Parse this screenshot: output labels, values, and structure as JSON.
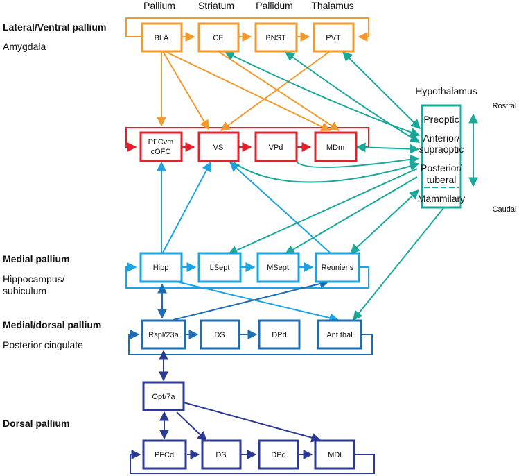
{
  "colors": {
    "amygdala": "#f29a2e",
    "vs_loop": "#e5202a",
    "hippocampus": "#1ba3e3",
    "cingulate": "#1b6db5",
    "dorsal": "#2b3a95",
    "hypothalamus": "#1aa898"
  },
  "columns": [
    "Pallium",
    "Striatum",
    "Pallidum",
    "Thalamus"
  ],
  "sections": {
    "lateral_title": "Lateral/Ventral pallium",
    "lateral_sub": "Amygdala",
    "medial_title": "Medial pallium",
    "medial_sub1": "Hippocampus/",
    "medial_sub2": "subiculum",
    "meddors_title": "Medial/dorsal pallium",
    "meddors_sub": "Posterior cingulate",
    "dorsal_title": "Dorsal pallium"
  },
  "nodes": {
    "bla": "BLA",
    "ce": "CE",
    "bnst": "BNST",
    "pvt": "PVT",
    "pfcvm_1": "PFCvm",
    "pfcvm_2": "cOFC",
    "vs": "VS",
    "vpd": "VPd",
    "mdm": "MDm",
    "hipp": "Hipp",
    "lsept": "LSept",
    "msept": "MSept",
    "reuniens": "Reuniens",
    "rspl": "Rspl/23a",
    "ds_mid": "DS",
    "dpd_mid": "DPd",
    "antthal": "Ant thal",
    "opt": "Opt/7a",
    "pfcd": "PFCd",
    "ds_bot": "DS",
    "dpd_bot": "DPd",
    "mdl": "MDl"
  },
  "hypothalamus": {
    "title": "Hypothalamus",
    "preoptic": "Preoptic",
    "anterior_1": "Anterior/",
    "anterior_2": "supraoptic",
    "posterior_1": "Posterior/",
    "posterior_2": "tuberal",
    "mammilary": "Mammilary",
    "rostral": "Rostral",
    "caudal": "Caudal"
  }
}
